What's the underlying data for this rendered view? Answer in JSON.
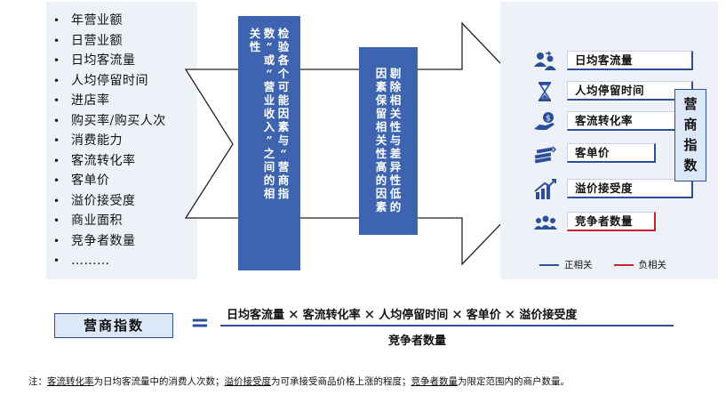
{
  "factors": [
    "年营业额",
    "日营业额",
    "日均客流量",
    "人均停留时间",
    "进店率",
    "购买率/购买人次",
    "消费能力",
    "客流转化率",
    "客单价",
    "溢价接受度",
    "商业面积",
    "竞争者数量",
    "………"
  ],
  "bullet": "•",
  "step1_text": "检验各个可能因素与“营商指数”或“营业收入”之间的相关性",
  "step2_text": "剔除相关性与差异性低的因素保留相关性高的因素",
  "metrics": [
    {
      "label": "日均客流量",
      "icon": "people-flow-icon",
      "relation": "positive"
    },
    {
      "label": "人均停留时间",
      "icon": "hourglass-icon",
      "relation": "positive"
    },
    {
      "label": "客流转化率",
      "icon": "hand-coin-icon",
      "relation": "positive"
    },
    {
      "label": "客单价",
      "icon": "cash-stack-icon",
      "relation": "positive"
    },
    {
      "label": "溢价接受度",
      "icon": "rising-chart-icon",
      "relation": "positive"
    },
    {
      "label": "竞争者数量",
      "icon": "group-icon",
      "relation": "negative"
    }
  ],
  "target": "营商指数",
  "legend": {
    "positive": "正相关",
    "negative": "负相关",
    "positive_color": "#2c4f9c",
    "negative_color": "#c0262c"
  },
  "formula": {
    "label": "营商指数",
    "equals": "=",
    "times": "×",
    "numerator": [
      "日均客流量",
      "客流转化率",
      "人均停留时间",
      "客单价",
      "溢价接受度"
    ],
    "denominator": "竞争者数量"
  },
  "note": {
    "prefix": "注：",
    "term1": "客流转化率",
    "def1": "为日均客流量中的消费人次数；",
    "term2": "溢价接受度",
    "def2": "为可承接受商品价格上涨的程度；",
    "term3": "竞争者数量",
    "def3": "为限定范围内的商户数量。"
  },
  "colors": {
    "primary": "#3e64b0",
    "panel": "#eef2f8",
    "target_fill": "#dce7f7"
  }
}
